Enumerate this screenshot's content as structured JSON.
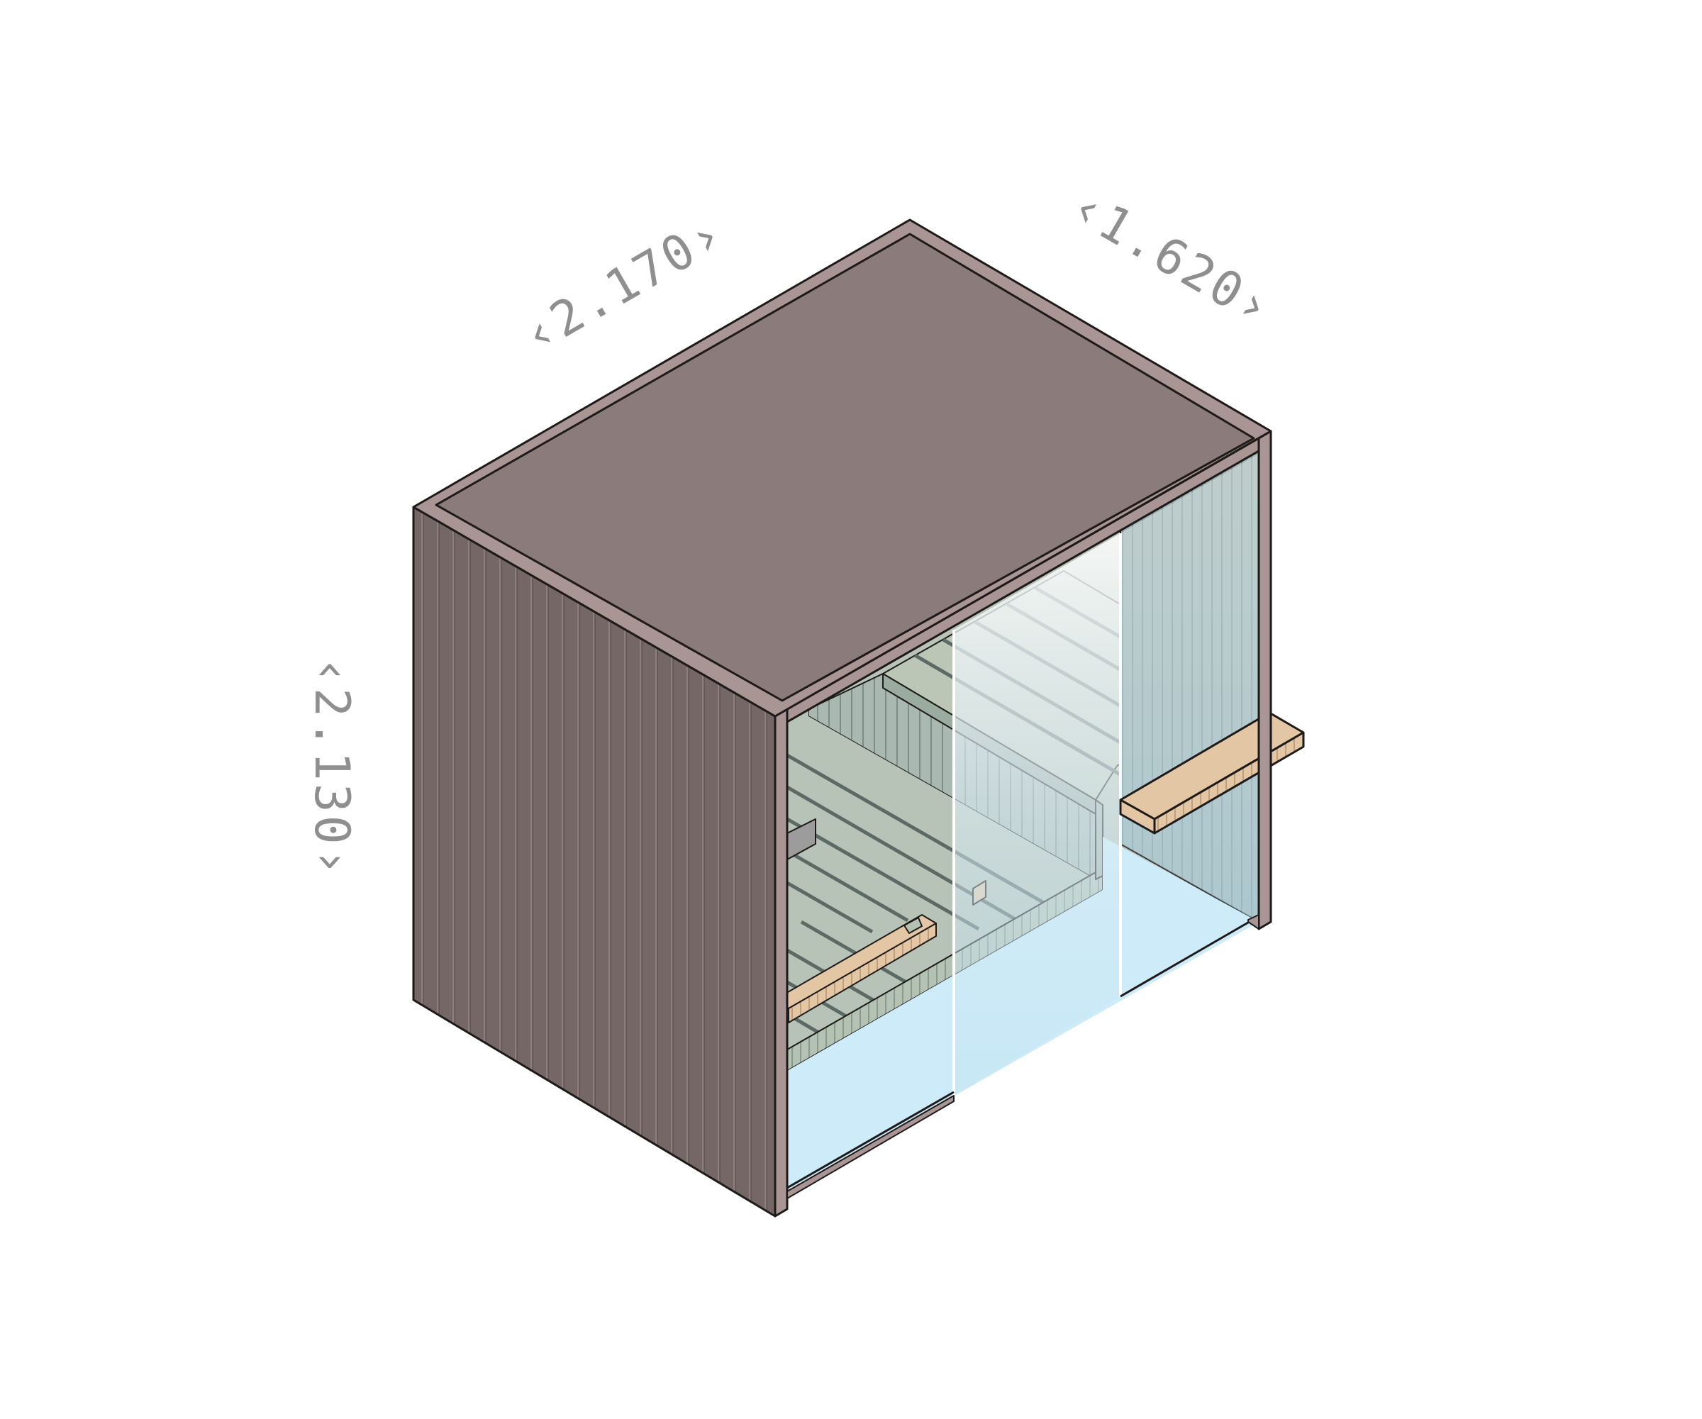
{
  "dimensions": {
    "width": "‹2.170›",
    "depth": "‹1.620›",
    "height": "‹2.130›"
  },
  "colors": {
    "roof": "#8b7b7a",
    "roof_edge": "#a89594",
    "side_wall": "#756766",
    "side_wall_slat": "#8e7f7e",
    "interior_wall": "#b8c4b7",
    "interior_wall_dark": "#9fb0aa",
    "bench_wood": "#e3c7a5",
    "glass": "#cdebf8",
    "outline": "#1e1a1a",
    "label": "#8f8f8f"
  }
}
